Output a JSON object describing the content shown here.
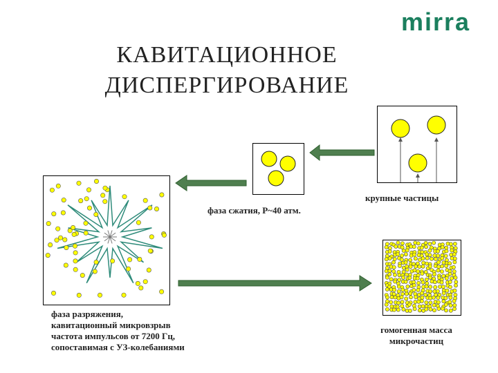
{
  "brand": {
    "name": "mirra",
    "color": "#1b7f5e"
  },
  "title": {
    "line1": "КАВИТАЦИОННОЕ",
    "line2": "ДИСПЕРГИРОВАНИЕ"
  },
  "labels": {
    "compression": "фаза сжатия, P~40 атм.",
    "large_particles": "крупные частицы",
    "rarefaction": [
      "фаза разряжения,",
      "кавитационный микровзрыв",
      "частота импульсов от 7200 Гц,",
      "сопоставимая с УЗ-колебаниями"
    ],
    "homogeneous": [
      "гомогенная масса",
      "микрочастиц"
    ]
  },
  "colors": {
    "particle": "#ffff00",
    "arrow": "#4a7a4a",
    "star": "#2e8b7a"
  }
}
